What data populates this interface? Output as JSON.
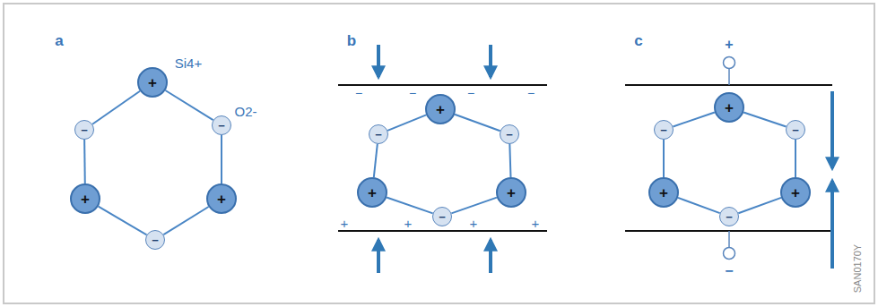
{
  "diagram": {
    "nodes": [
      {
        "text": [
          "+"
        ]
      },
      {
        "text": [
          "−"
        ]
      },
      {
        "text": [
          "−"
        ]
      },
      {
        "text": [
          "+"
        ]
      },
      {
        "text": [
          "+"
        ]
      },
      {
        "text": [
          "−"
        ]
      },
      {
        "text": [
          "+"
        ]
      },
      {
        "text": [
          "−"
        ]
      },
      {
        "text": [
          "−"
        ]
      },
      {
        "text": [
          "+"
        ]
      },
      {
        "text": [
          "+"
        ]
      },
      {
        "text": [
          "−"
        ]
      },
      {
        "text": [
          "+"
        ]
      },
      {
        "text": [
          "−"
        ]
      },
      {
        "text": [
          "−"
        ]
      },
      {
        "text": [
          "+"
        ]
      },
      {
        "text": [
          "+"
        ]
      },
      {
        "text": [
          "−"
        ]
      }
    ],
    "edges": [
      {
        "from": 0,
        "to": 1,
        "arrow": "none"
      },
      {
        "from": 0,
        "to": 2,
        "arrow": "none"
      },
      {
        "from": 1,
        "to": 3,
        "arrow": "none"
      },
      {
        "from": 2,
        "to": 4,
        "arrow": "none"
      },
      {
        "from": 3,
        "to": 5,
        "arrow": "none"
      },
      {
        "from": 4,
        "to": 5,
        "arrow": "none"
      },
      {
        "from": 6,
        "to": 7,
        "arrow": "none"
      },
      {
        "from": 6,
        "to": 8,
        "arrow": "none"
      },
      {
        "from": 7,
        "to": 9,
        "arrow": "none"
      },
      {
        "from": 8,
        "to": 10,
        "arrow": "none"
      },
      {
        "from": 9,
        "to": 11,
        "arrow": "none"
      },
      {
        "from": 10,
        "to": 11,
        "arrow": "none"
      },
      {
        "from": 12,
        "to": 13,
        "arrow": "none"
      },
      {
        "from": 12,
        "to": 14,
        "arrow": "none"
      },
      {
        "from": 13,
        "to": 15,
        "arrow": "none"
      },
      {
        "from": 14,
        "to": 16,
        "arrow": "none"
      },
      {
        "from": 15,
        "to": 17,
        "arrow": "none"
      },
      {
        "from": 16,
        "to": 17,
        "arrow": "none"
      }
    ],
    "labels": [
      "a",
      "Si4+",
      "O2-",
      "b",
      "−",
      "−",
      "−",
      "−",
      "+",
      "+",
      "+",
      "+",
      "c",
      "+",
      "−",
      "SAN0170Y"
    ]
  }
}
